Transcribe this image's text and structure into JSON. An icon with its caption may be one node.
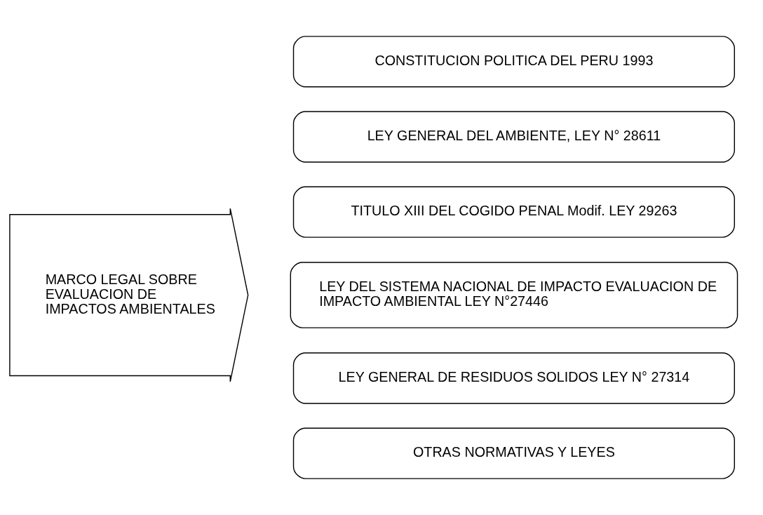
{
  "diagram": {
    "nodes": [
      {
        "text": [
          "MARCO LEGAL SOBRE EVALUACION DE IMPACTOS AMBIENTALES"
        ]
      },
      {
        "text": [
          "CONSTITUCION POLITICA DEL PERU 1993"
        ]
      },
      {
        "text": [
          "LEY GENERAL DEL AMBIENTE, LEY N° 28611"
        ]
      },
      {
        "text": [
          "TITULO XIII DEL COGIDO PENAL Modif. LEY 29263"
        ]
      },
      {
        "text": [
          "LEY DEL SISTEMA NACIONAL DE IMPACTO EVALUACION DE IMPACTO AMBIENTAL LEY N°27446"
        ]
      },
      {
        "text": [
          "LEY GENERAL DE RESIDUOS SOLIDOS LEY N° 27314"
        ]
      },
      {
        "text": [
          "OTRAS NORMATIVAS Y LEYES"
        ]
      }
    ],
    "edges": []
  }
}
